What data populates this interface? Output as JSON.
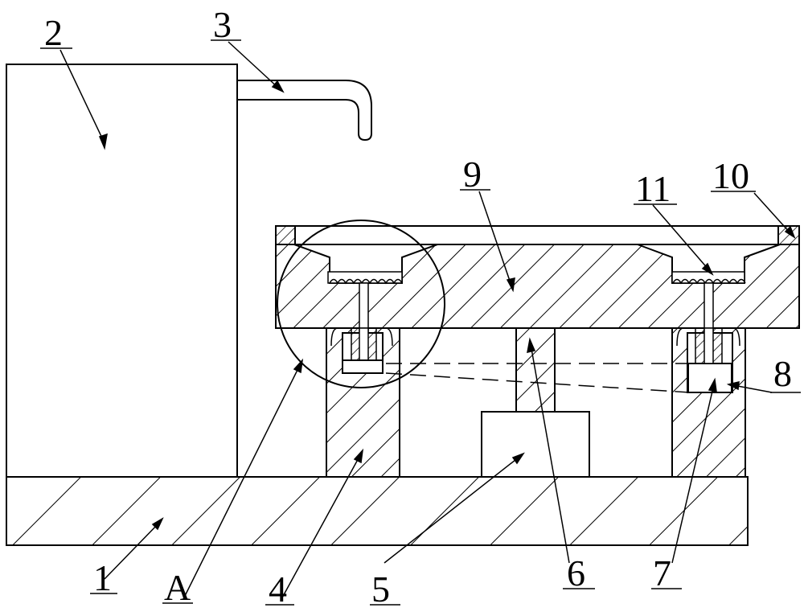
{
  "labels": {
    "l1": "1",
    "l2": "2",
    "l3": "3",
    "l4": "4",
    "l5": "5",
    "l6": "6",
    "l7": "7",
    "l8": "8",
    "l9": "9",
    "l10": "10",
    "l11": "11",
    "lA": "A"
  }
}
